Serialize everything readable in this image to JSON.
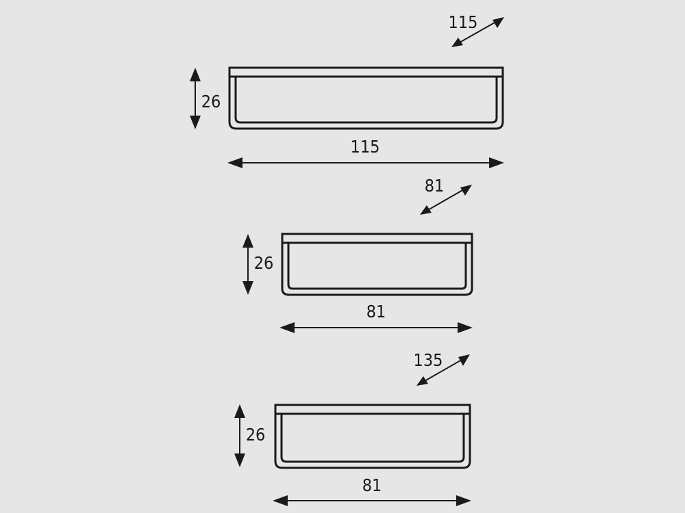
{
  "colors": {
    "background": "#e6e6e6",
    "ink": "#1a1a1a"
  },
  "shelves": [
    {
      "depth_label": "115",
      "height_label": "26",
      "width_label": "115"
    },
    {
      "depth_label": "81",
      "height_label": "26",
      "width_label": "81"
    },
    {
      "depth_label": "135",
      "height_label": "26",
      "width_label": "81"
    }
  ]
}
